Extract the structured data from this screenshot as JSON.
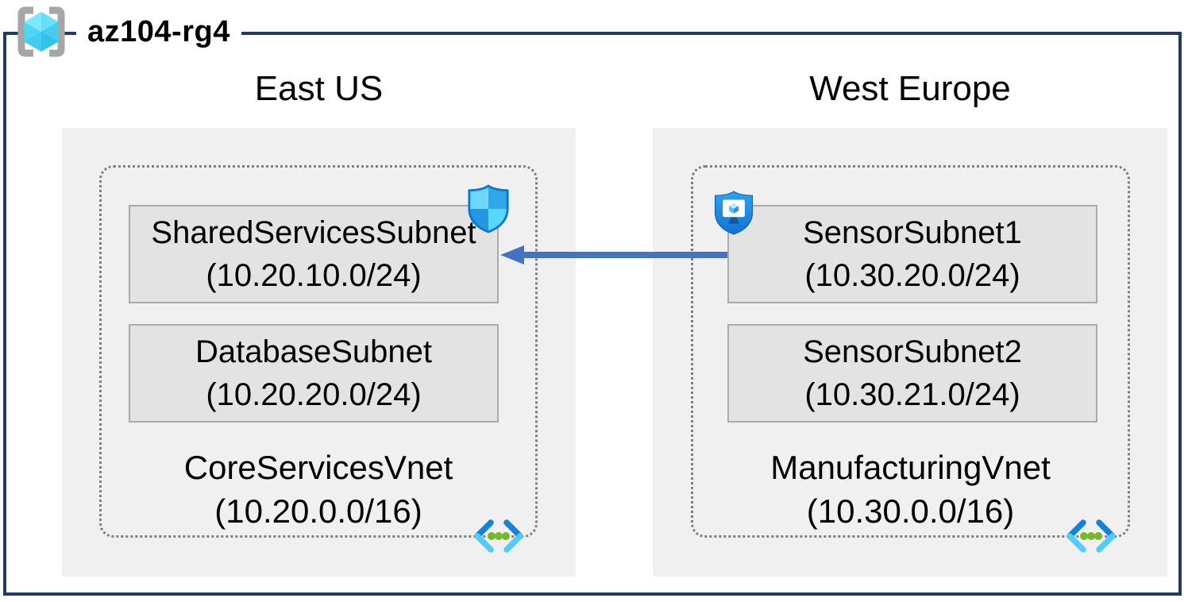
{
  "resource_group": {
    "name": "az104-rg4"
  },
  "regions": [
    {
      "name": "East US",
      "vnet": {
        "name": "CoreServicesVnet",
        "cidr": "(10.20.0.0/16)"
      },
      "subnets": [
        {
          "name": "SharedServicesSubnet",
          "cidr": "(10.20.10.0/24)"
        },
        {
          "name": "DatabaseSubnet",
          "cidr": "(10.20.20.0/24)"
        }
      ]
    },
    {
      "name": "West Europe",
      "vnet": {
        "name": "ManufacturingVnet",
        "cidr": "(10.30.0.0/16)"
      },
      "subnets": [
        {
          "name": "SensorSubnet1",
          "cidr": "(10.30.20.0/24)"
        },
        {
          "name": "SensorSubnet2",
          "cidr": "(10.30.21.0/24)"
        }
      ]
    }
  ],
  "connection": {
    "from_subnet": "SensorSubnet1",
    "to_subnet": "SharedServicesSubnet",
    "direction": "right-to-left",
    "color": "#4472c4"
  },
  "icons": {
    "resource_group": "resource-group-icon",
    "network_security_group": "nsg-shield-icon",
    "application_security_group": "asg-shield-icon",
    "virtual_network": "virtual-network-icon"
  },
  "colors": {
    "frame_border": "#243a5e",
    "region_background": "#f0f0f0",
    "subnet_background": "#e3e3e3",
    "subnet_border": "#ababab",
    "dotted_border": "#7f7f7f",
    "arrow": "#4472c4"
  }
}
